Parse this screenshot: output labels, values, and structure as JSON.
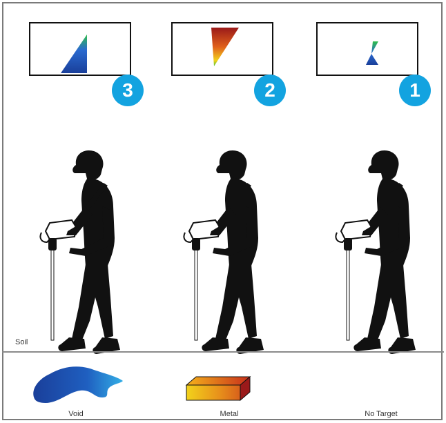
{
  "scenarios": [
    {
      "badge": "3",
      "caption": "Void",
      "color_low": "#1a3f9a",
      "color_high": "#2fbf4a"
    },
    {
      "badge": "2",
      "caption": "Metal",
      "color_low": "#9a1a1a",
      "color_high": "#f2d21b"
    },
    {
      "badge": "1",
      "caption": "No Target",
      "color_low": "#1a3f9a",
      "color_high": "#2fbf4a"
    }
  ],
  "ground": {
    "label": "Soil"
  },
  "colors": {
    "badge": "#13a3e0",
    "silhouette": "#111111"
  }
}
